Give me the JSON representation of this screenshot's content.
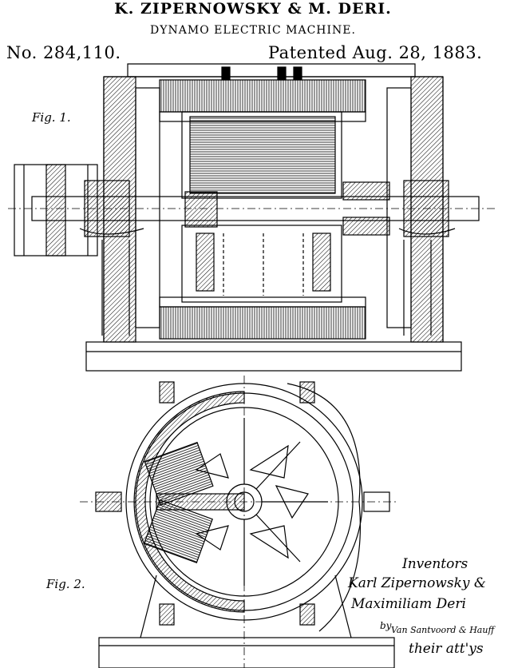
{
  "header": {
    "inventors_line": "K. ZIPERNOWSKY & M. DERI.",
    "title": "DYNAMO ELECTRIC MACHINE.",
    "patent_number": "No. 284,110.",
    "patent_date": "Patented Aug. 28, 1883."
  },
  "figures": {
    "fig1_label": "Fig. 1.",
    "fig2_label": "Fig. 2."
  },
  "signature": {
    "heading": "Inventors",
    "inventor_1": "Karl Zipernowsky &",
    "inventor_2": "Maximiliam Deri",
    "by": "by",
    "firm": "Van Santvoord & Hauff",
    "attorneys": "their att'ys"
  }
}
